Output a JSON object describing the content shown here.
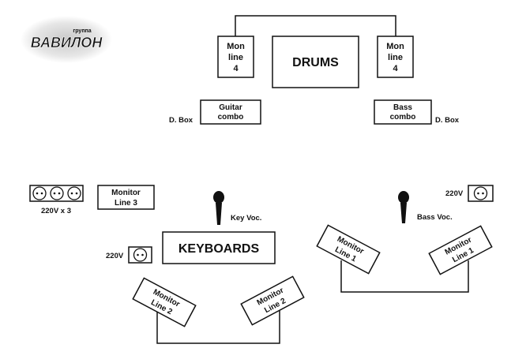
{
  "logo": {
    "main": "ВАВИЛОН",
    "small": "группа"
  },
  "drums": "DRUMS",
  "mon_left": [
    "Mon",
    "line",
    "4"
  ],
  "mon_right": [
    "Mon",
    "line",
    "4"
  ],
  "guitar_combo": [
    "Guitar",
    "combo"
  ],
  "bass_combo": [
    "Bass",
    "combo"
  ],
  "dbox_left": "D. Box",
  "dbox_right": "D. Box",
  "outlet_triple_label": "220V x 3",
  "monitor_line3": [
    "Monitor",
    "Line 3"
  ],
  "key_voc": "Key Voc.",
  "bass_voc": "Bass Voc.",
  "outlet_right_label": "220V",
  "keyboards": "KEYBOARDS",
  "outlet_kb_label": "220V",
  "monitor_line2_left": [
    "Monitor",
    "Line 2"
  ],
  "monitor_line2_right": [
    "Monitor",
    "Line 2"
  ],
  "monitor_line1_left": [
    "Monitor",
    "Line 1"
  ],
  "monitor_line1_right": [
    "Monitor",
    "Line 1"
  ],
  "colors": {
    "ink": "#111111",
    "logo_fill": "#1a3f8c",
    "background": "#ffffff"
  }
}
